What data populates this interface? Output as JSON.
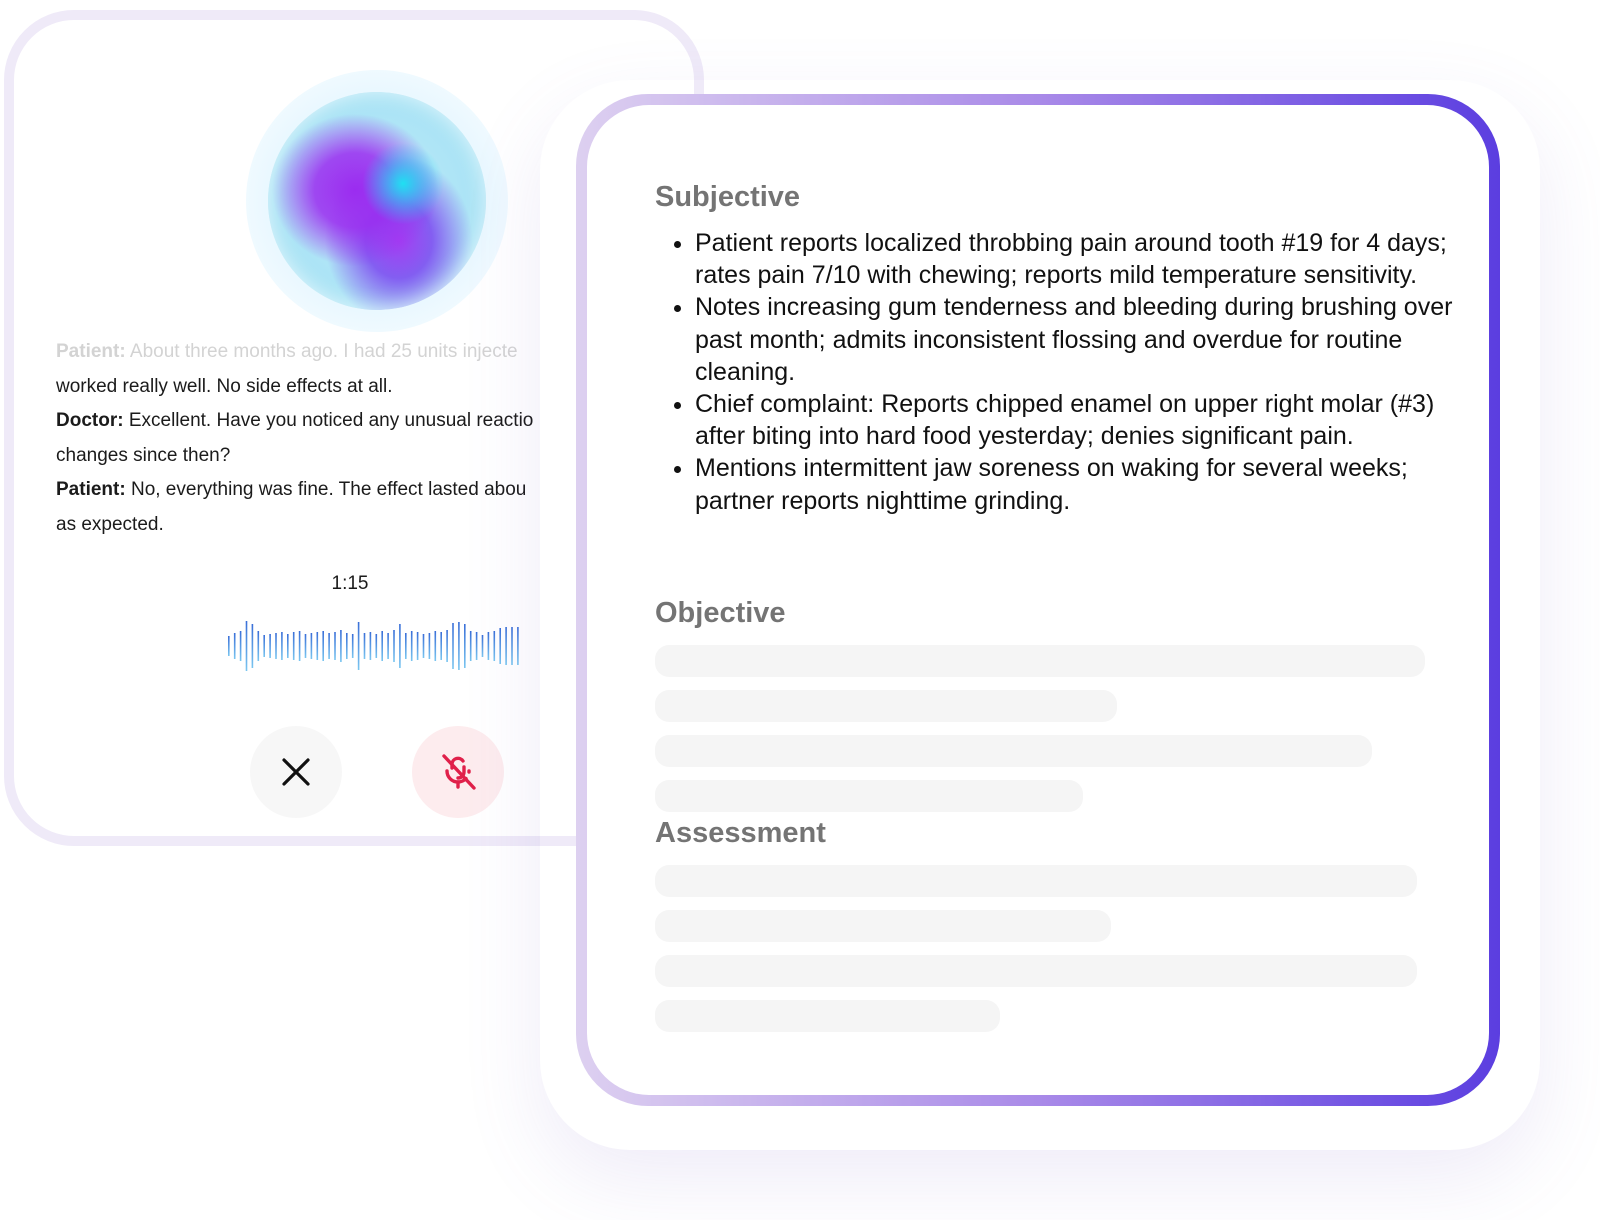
{
  "transcript": [
    {
      "speaker": "Patient:",
      "text": " About three months ago. I had 25 units injecte",
      "faded": true
    },
    {
      "speaker": "",
      "text": "worked really well. No side effects at all.",
      "faded": false
    },
    {
      "speaker": "Doctor:",
      "text": " Excellent. Have you noticed any unusual reactio",
      "faded": false
    },
    {
      "speaker": "",
      "text": "changes since then?",
      "faded": false
    },
    {
      "speaker": "Patient:",
      "text": " No, everything was fine. The effect lasted abou",
      "faded": false
    },
    {
      "speaker": "",
      "text": "as expected.",
      "faded": false
    }
  ],
  "recorder": {
    "timer": "1:15",
    "close_icon": "x-icon",
    "mic_icon": "mic-off-icon",
    "mic_color": "#e0204a",
    "wave_color_top": "#3a6fd8",
    "wave_color_bottom": "#7ac6f0"
  },
  "soap": {
    "subjective": {
      "title": "Subjective",
      "items": [
        "Patient reports localized throbbing pain around tooth #19 for 4 days; rates pain 7/10 with chewing; reports mild temperature sensitivity.",
        "Notes increasing gum tenderness and bleeding during brushing over past month; admits inconsistent flossing and overdue for routine cleaning.",
        "Chief complaint: Reports chipped enamel on upper right molar (#3) after biting into hard food yesterday; denies significant pain.",
        "Mentions intermittent jaw soreness on waking for several weeks; partner reports nighttime grinding."
      ]
    },
    "objective": {
      "title": "Objective"
    },
    "assessment": {
      "title": "Assessment"
    },
    "accent_color": "#5b3ee0"
  }
}
